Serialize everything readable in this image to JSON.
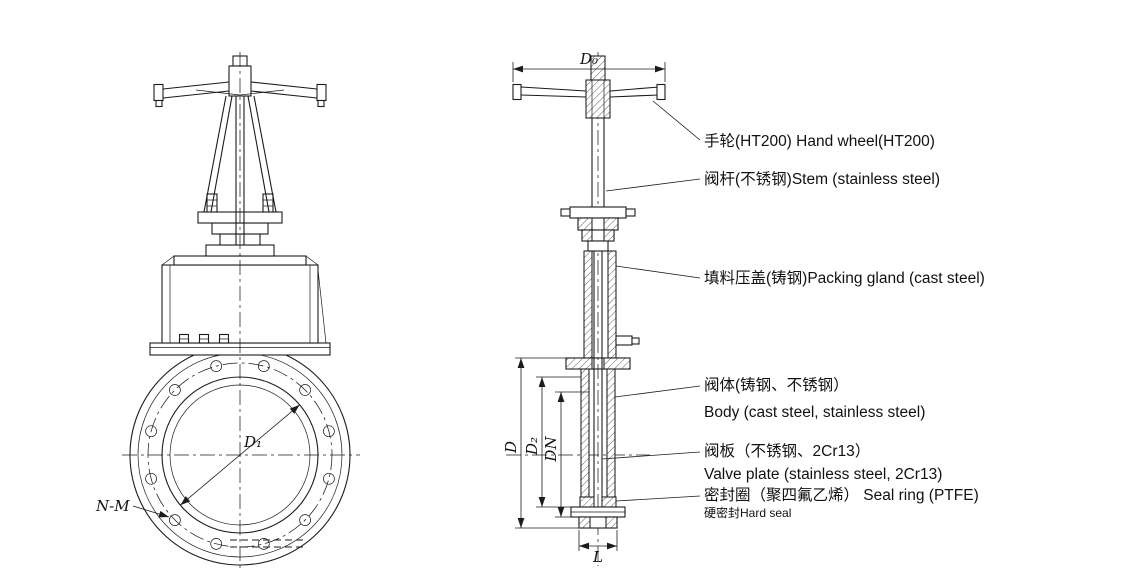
{
  "colors": {
    "ink": "#1c1c1c",
    "background": "#ffffff"
  },
  "dimensions": {
    "d0": "D₀",
    "d1": "D₁",
    "d2": "D₂",
    "dn": "DN",
    "d": "D",
    "l": "L",
    "n_m": "N-M"
  },
  "callouts": {
    "hand_wheel": "手轮(HT200) Hand wheel(HT200)",
    "stem": "阀杆(不锈钢)Stem (stainless steel)",
    "packing_gland": "填料压盖(铸钢)Packing gland (cast steel)",
    "body_cn": "阀体(铸钢、不锈钢）",
    "body_en": "Body (cast steel, stainless steel)",
    "valve_plate_cn": "阀板（不锈钢、2Cr13）",
    "valve_plate_en": "Valve plate (stainless steel, 2Cr13)",
    "seal_ring": "密封圈（聚四氟乙烯） Seal ring (PTFE)",
    "hard_seal": "硬密封Hard seal"
  }
}
